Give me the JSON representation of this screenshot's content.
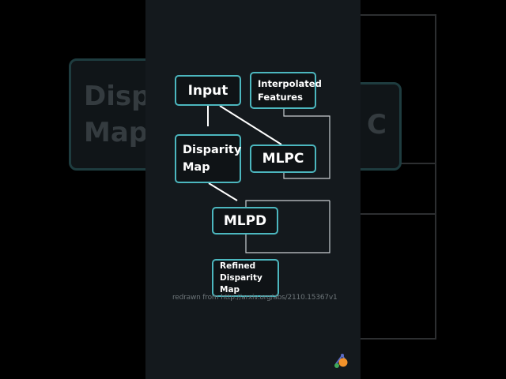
{
  "background": {
    "left_text_line1": "Disp",
    "left_text_line2": "Map",
    "right_text": "C"
  },
  "diagram": {
    "nodes": {
      "input": "Input",
      "interpolated_line1": "Interpolated",
      "interpolated_line2": "Features",
      "disparity_line1": "Disparity",
      "disparity_line2": "Map",
      "mlpc": "MLPC",
      "mlpd": "MLPD",
      "refined_line1": "Refined",
      "refined_line2": "Disparity Map"
    },
    "caption": "redrawn from http://arxiv.org/abs/2110.15367v1"
  },
  "colors": {
    "node_border": "#4cb7bf",
    "panel": "#14191d",
    "edge": "#ffffff"
  }
}
